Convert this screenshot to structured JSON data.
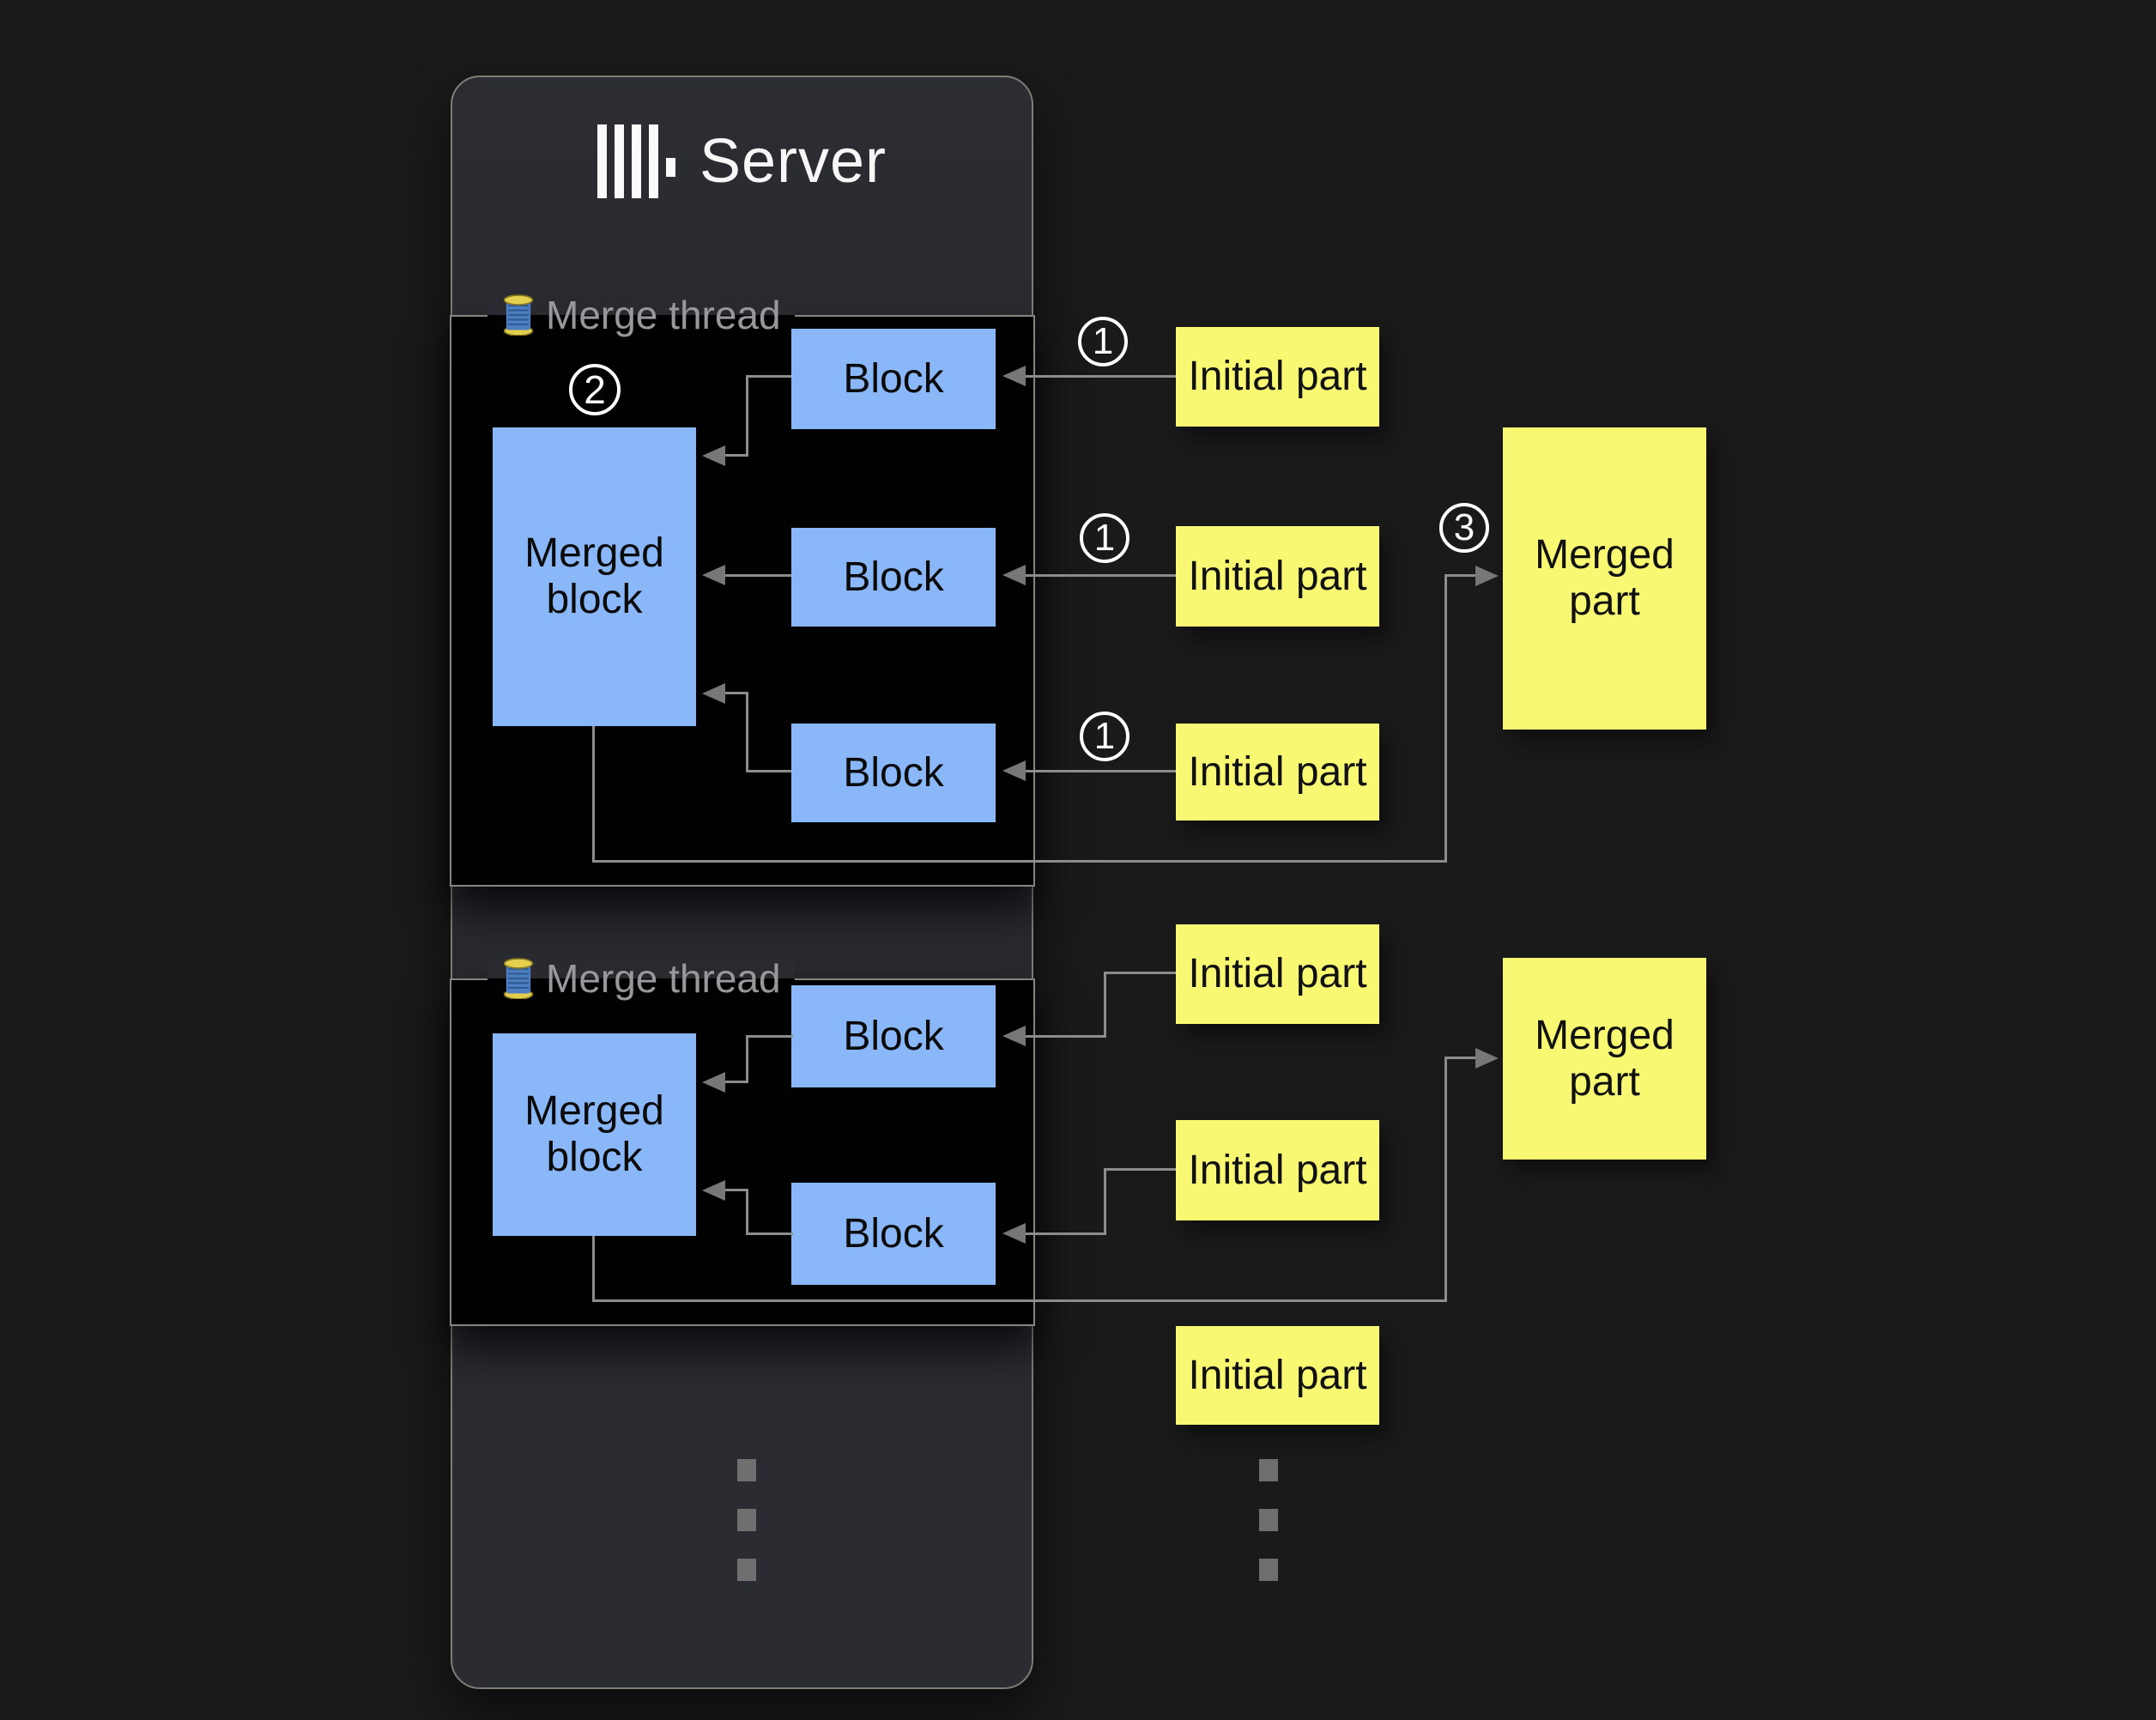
{
  "server": {
    "title": "Server"
  },
  "threads": [
    {
      "label": "Merge thread",
      "merged_block_label": "Merged block",
      "block_labels": [
        "Block",
        "Block",
        "Block"
      ]
    },
    {
      "label": "Merge thread",
      "merged_block_label": "Merged block",
      "block_labels": [
        "Block",
        "Block"
      ]
    }
  ],
  "initial_parts": [
    "Initial part",
    "Initial part",
    "Initial part",
    "Initial part",
    "Initial part",
    "Initial part"
  ],
  "merged_parts": [
    "Merged part",
    "Merged part"
  ],
  "step_badges": [
    "1",
    "1",
    "1",
    "2",
    "3"
  ],
  "colors": {
    "page_bg": "#1a1a1a",
    "card_bg": "#292b31",
    "thread_box_bg": "#010101",
    "thread_box_border": "#84857c",
    "block_fill": "#8ab7f8",
    "part_fill": "#f8f873",
    "connector": "#8c8c8c",
    "badge_stroke": "#ffffff",
    "label_text": "#97989c",
    "title_text": "#f7f7f7"
  }
}
